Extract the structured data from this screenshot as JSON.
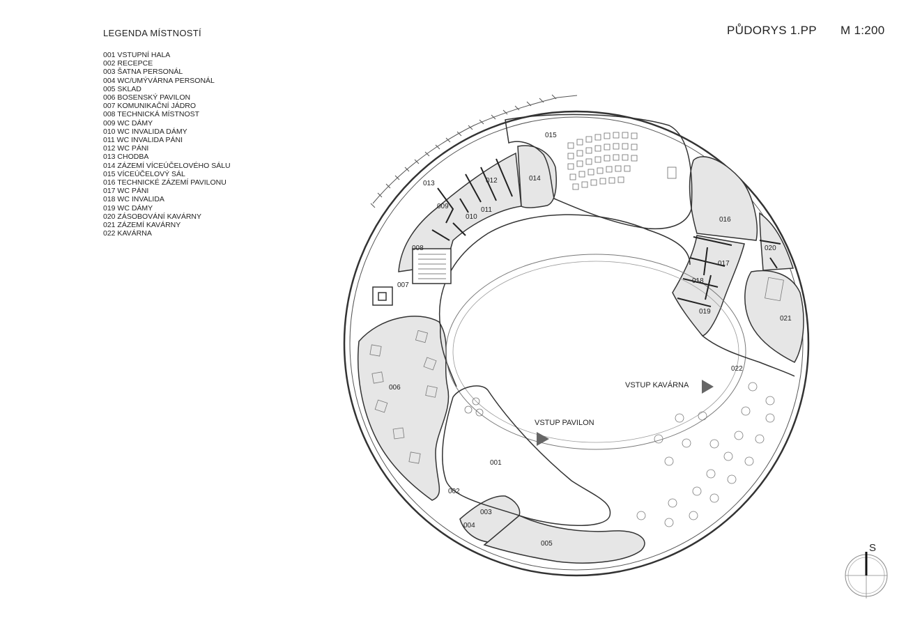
{
  "legend": {
    "title": "LEGENDA MÍSTNOSTÍ",
    "rooms": [
      "001 VSTUPNÍ HALA",
      "002 RECEPCE",
      "003 ŠATNA PERSONÁL",
      "004 WC/UMÝVÁRNA PERSONÁL",
      "005 SKLAD",
      "006 BOSENSKÝ PAVILON",
      "007 KOMUNIKAČNÍ JÁDRO",
      "008 TECHNICKÁ MÍSTNOST",
      "009 WC DÁMY",
      "010 WC INVALIDA DÁMY",
      "011 WC INVALIDA PÁNI",
      "012 WC PÁNI",
      "013 CHODBA",
      "014 ZÁZEMÍ VÍCEÚČELOVÉHO SÁLU",
      "015 VÍCEÚČELOVÝ SÁL",
      "016 TECHNICKÉ ZÁZEMÍ PAVILONU",
      "017 WC PÁNI",
      "018 WC INVALIDA",
      "019 WC DÁMY",
      "020 ZÁSOBOVÁNÍ KAVÁRNY",
      "021 ZÁZEMÍ KAVÁRNY",
      "022 KAVÁRNA"
    ]
  },
  "header": {
    "title": "PŮDORYS 1.PP",
    "scale": "M 1:200"
  },
  "plan": {
    "room_labels": {
      "r001": "001",
      "r002": "002",
      "r003": "003",
      "r004": "004",
      "r005": "005",
      "r006": "006",
      "r007": "007",
      "r008": "008",
      "r009": "009",
      "r010": "010",
      "r011": "011",
      "r012": "012",
      "r013": "013",
      "r014": "014",
      "r015": "015",
      "r016": "016",
      "r017": "017",
      "r018": "018",
      "r019": "019",
      "r020": "020",
      "r021": "021",
      "r022": "022"
    },
    "entrances": {
      "pavilion": "VSTUP PAVILON",
      "cafe": "VSTUP KAVÁRNA"
    },
    "north_arrow_letter": "S",
    "colors": {
      "shaded_room": "#e6e6e6",
      "line": "#333333",
      "arrow": "#666666"
    }
  }
}
